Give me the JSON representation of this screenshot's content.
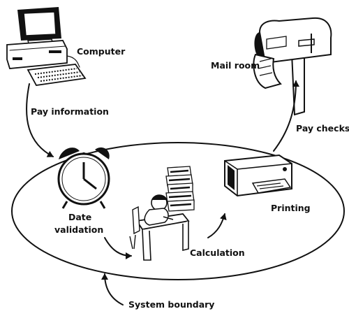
{
  "labels": {
    "computer": "Computer",
    "pay_information": "Pay information",
    "date": "Date",
    "validation": "validation",
    "calculation": "Calculation",
    "printing": "Printing",
    "pay_checks": "Pay checks",
    "mail_room": "Mail room",
    "system_boundary": "System boundary"
  },
  "icons": [
    "computer-icon",
    "alarm-clock-icon",
    "clerk-at-desk-icon",
    "printer-icon",
    "mailbox-icon"
  ],
  "colors": {
    "ink": "#111111",
    "background": "#ffffff"
  }
}
